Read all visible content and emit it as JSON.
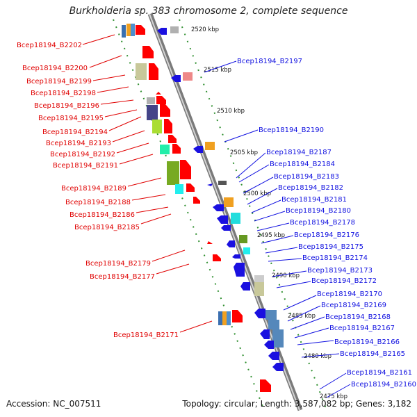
{
  "title": "Burkholderia sp. 383 chromosome 2, complete sequence",
  "footer": {
    "accession": "Accession: NC_007511",
    "summary": "Topology: circular; Length: 3,587,082 bp; Genes: 3,182"
  },
  "scale_labels": [
    "2520 kbp",
    "2515 kbp",
    "2510 kbp",
    "2505 kbp",
    "2500 kbp",
    "2495 kbp",
    "2490 kbp",
    "2485 kbp",
    "2480 kbp",
    "2475 kbp"
  ],
  "left_labels": [
    "Bcep18194_B2202",
    "Bcep18194_B2200",
    "Bcep18194_B2199",
    "Bcep18194_B2198",
    "Bcep18194_B2196",
    "Bcep18194_B2195",
    "Bcep18194_B2194",
    "Bcep18194_B2193",
    "Bcep18194_B2192",
    "Bcep18194_B2191",
    "Bcep18194_B2189",
    "Bcep18194_B2188",
    "Bcep18194_B2186",
    "Bcep18194_B2185",
    "Bcep18194_B2179",
    "Bcep18194_B2177",
    "Bcep18194_B2171"
  ],
  "right_labels": [
    "Bcep18194_B2197",
    "Bcep18194_B2190",
    "Bcep18194_B2187",
    "Bcep18194_B2184",
    "Bcep18194_B2183",
    "Bcep18194_B2182",
    "Bcep18194_B2181",
    "Bcep18194_B2180",
    "Bcep18194_B2178",
    "Bcep18194_B2176",
    "Bcep18194_B2175",
    "Bcep18194_B2174",
    "Bcep18194_B2173",
    "Bcep18194_B2172",
    "Bcep18194_B2170",
    "Bcep18194_B2169",
    "Bcep18194_B2168",
    "Bcep18194_B2167",
    "Bcep18194_B2166",
    "Bcep18194_B2165",
    "Bcep18194_B2161",
    "Bcep18194_B2160"
  ],
  "colors": {
    "left_label": "#e00000",
    "right_label": "#1010e0",
    "forward_gene": "#ff0000",
    "reverse_gene": "#1a10e0",
    "backbone": "#8a8a8a",
    "ticks": "#2f8f2f"
  }
}
